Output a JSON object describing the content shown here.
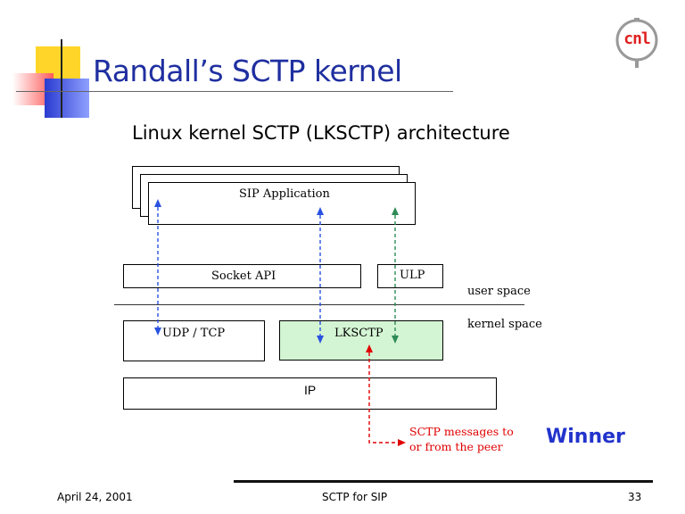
{
  "slide": {
    "title": "Randall’s SCTP kernel",
    "subtitle": "Linux kernel SCTP (LKSCTP) architecture",
    "logo_text": "cnl"
  },
  "diagram": {
    "app_label": "SIP Application",
    "socket_label": "Socket API",
    "ulp_label": "ULP",
    "user_space_label": "user space",
    "kernel_space_label": "kernel space",
    "udp_label": "UDP / TCP",
    "lksctp_label": "LKSCTP",
    "ip_label": "IP",
    "peer_line1": "SCTP messages to",
    "peer_line2": "or from the peer",
    "winner": "Winner",
    "colors": {
      "blue_arrow": "#2a52e0",
      "green_arrow": "#2e8b57",
      "red_arrow": "#e00000",
      "lksctp_fill": "#d4f5d4"
    }
  },
  "footer": {
    "date": "April 24, 2001",
    "center": "SCTP for SIP",
    "page": "33"
  }
}
